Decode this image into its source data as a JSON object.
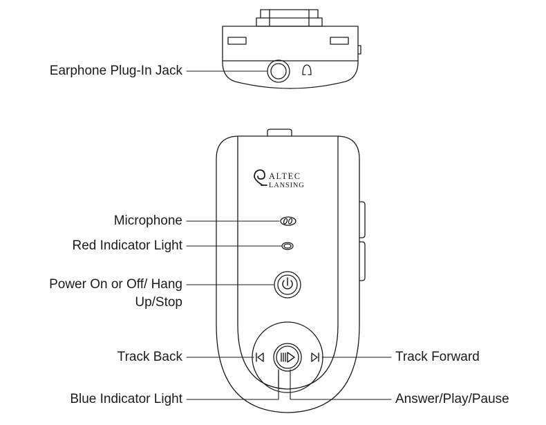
{
  "brand": {
    "name_line1": "ALTEC",
    "name_line2": "LANSING",
    "logo_icon": "altec-lansing-swirl-icon"
  },
  "callouts": {
    "earphone_jack": "Earphone Plug-In Jack",
    "microphone": "Microphone",
    "red_light": "Red Indicator Light",
    "power_line1": "Power On or Off/ Hang",
    "power_line2": "Up/Stop",
    "track_back": "Track Back",
    "blue_light": "Blue Indicator Light",
    "track_forward": "Track Forward",
    "answer": "Answer/Play/Pause"
  },
  "icons": {
    "headphone_symbol": "headphone-symbol-icon",
    "power": "power-icon",
    "track_back": "track-back-icon",
    "track_forward": "track-forward-icon",
    "play_pause": "play-pause-icon"
  },
  "colors": {
    "line": "#1a1a1a",
    "background": "#ffffff"
  }
}
